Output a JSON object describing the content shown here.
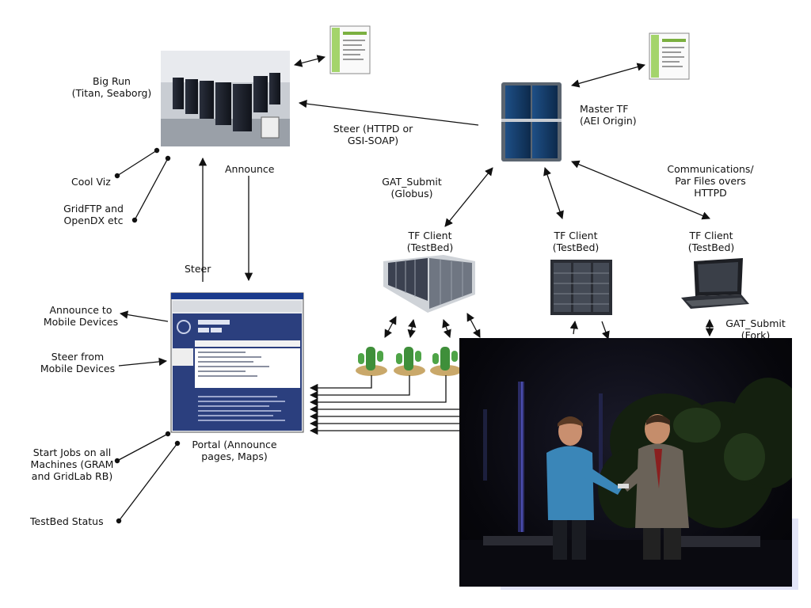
{
  "labels": {
    "big_run": "Big Run\n(Titan, Seaborg)",
    "master_tf": "Master TF\n(AEI Origin)",
    "steer_httpd": "Steer (HTTPD or\nGSI-SOAP)",
    "announce": "Announce",
    "steer": "Steer",
    "cool_viz": "Cool Viz",
    "gridftp": "GridFTP and\nOpenDX etc",
    "gat_submit_globus": "GAT_Submit\n(Globus)",
    "communications": "Communications/\nPar Files overs\nHTTPD",
    "tf_client_1": "TF Client\n(TestBed)",
    "tf_client_2": "TF Client\n(TestBed)",
    "tf_client_3": "TF Client\n(TestBed)",
    "gat_submit_fork": "GAT_Submit\n(Fork)",
    "announce_mobile": "Announce to\nMobile Devices",
    "steer_mobile": "Steer from\nMobile Devices",
    "start_jobs": "Start Jobs on all\nMachines (GRAM\nand GridLab RB)",
    "portal": "Portal (Announce\npages, Maps)",
    "testbed_status": "TestBed Status"
  },
  "colors": {
    "line": "#111111",
    "portal_blue": "#2b3f7e",
    "rack_dark": "#1f2533",
    "cactus_green": "#3f8f3a"
  },
  "icons": {
    "supercomputer": "supercomputer-room-photo",
    "master_server": "blue-server-tower-icon",
    "web_page": "web-page-thumbnail-icon",
    "rack_cluster": "rack-cluster-icon",
    "rack_server": "rack-server-icon",
    "laptop": "laptop-icon",
    "cactus": "cactus-logo-icon",
    "portal_window": "portal-browser-window",
    "event_photo": "award-presentation-photo"
  }
}
